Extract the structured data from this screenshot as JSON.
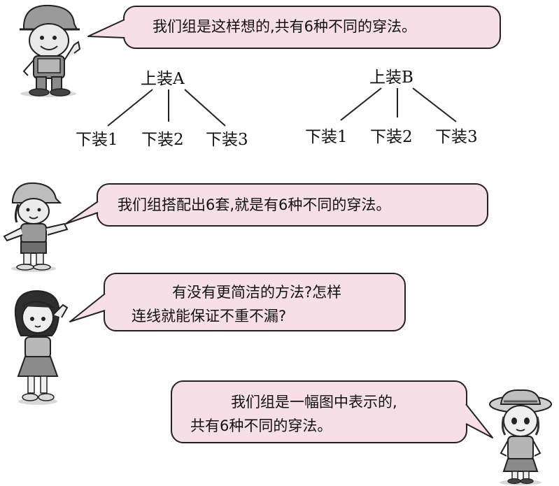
{
  "bubbles": {
    "b1": {
      "lines": [
        "我们组是这样想的,共有6种不同的穿法。"
      ]
    },
    "b2": {
      "lines": [
        "我们组搭配出6套,就是有6种不同的穿法。"
      ]
    },
    "b3": {
      "lines": [
        "有没有更简洁的方法?怎样",
        "连线就能保证不重不漏?"
      ]
    },
    "b4": {
      "lines": [
        "我们组是一幅图中表示的,",
        "共有6种不同的穿法。"
      ]
    }
  },
  "trees": [
    {
      "root": "上装A",
      "leaves": [
        "下装1",
        "下装2",
        "下装3"
      ]
    },
    {
      "root": "上装B",
      "leaves": [
        "下装1",
        "下装2",
        "下装3"
      ]
    }
  ],
  "characters": {
    "boy_thumbs_up": "boy-thumbs-up-illustration",
    "girl_cap": "girl-cap-illustration",
    "girl_thinking": "girl-thinking-illustration",
    "girl_hat": "girl-hat-illustration"
  },
  "colors": {
    "bubble_fill": "#f6dfe6",
    "outline": "#222222"
  }
}
